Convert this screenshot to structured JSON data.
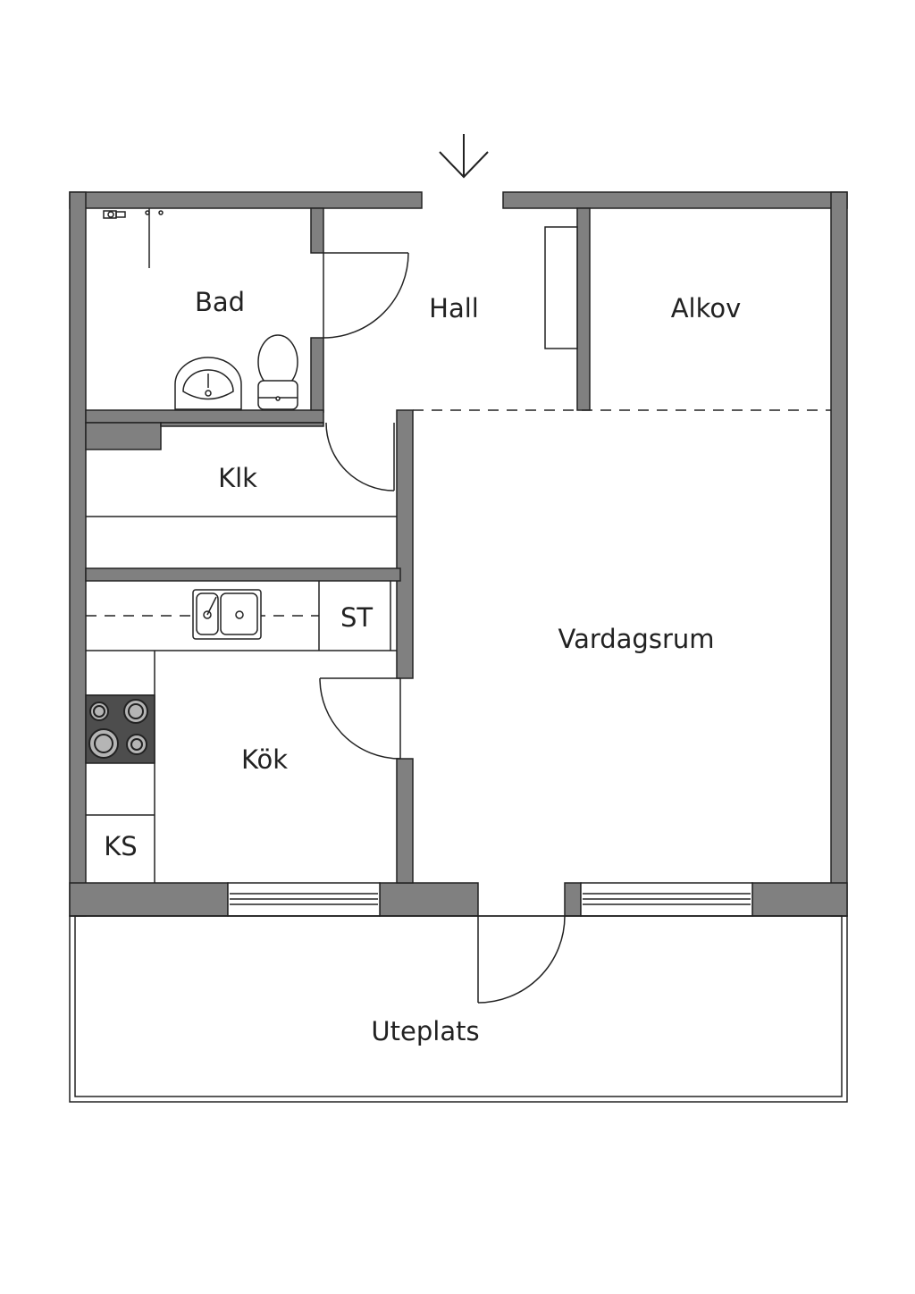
{
  "rooms": {
    "bad": "Bad",
    "hall": "Hall",
    "alkov": "Alkov",
    "klk": "Klk",
    "st": "ST",
    "vardagsrum": "Vardagsrum",
    "kok": "Kök",
    "ks": "KS",
    "uteplats": "Uteplats"
  },
  "colors": {
    "wall": "#808080",
    "line": "#222222",
    "stove": "#4d4d4d"
  },
  "icons": {
    "entrance": "arrow-down-icon"
  }
}
